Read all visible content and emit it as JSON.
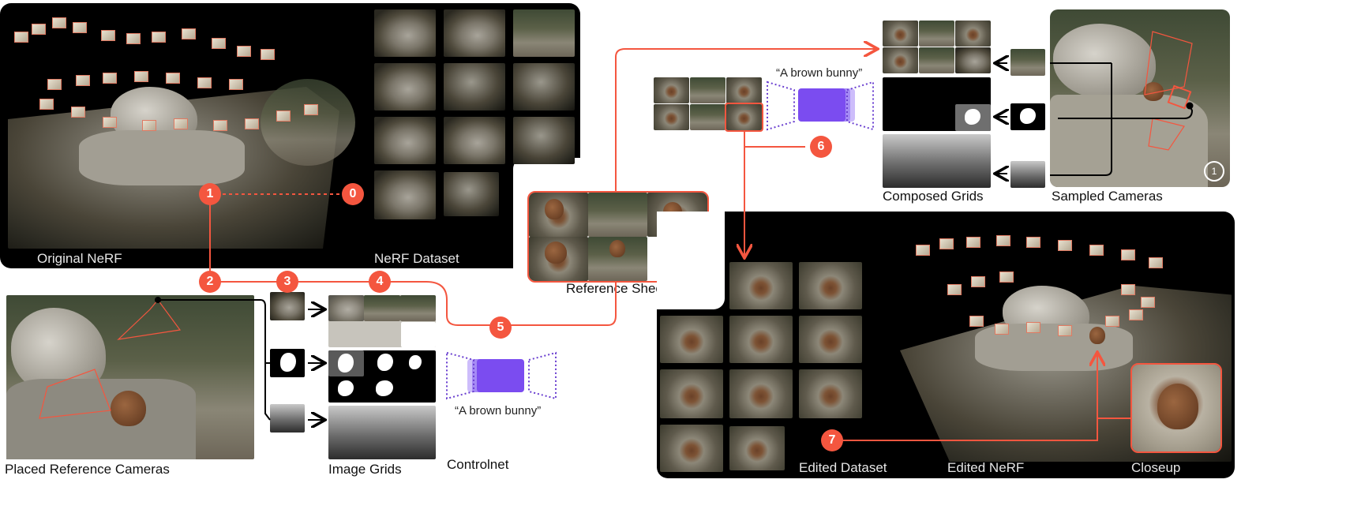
{
  "labels": {
    "original_nerf": "Original NeRF",
    "nerf_dataset": "NeRF Dataset",
    "placed_reference_cameras": "Placed Reference Cameras",
    "image_grids": "Image Grids",
    "controlnet": "Controlnet",
    "reference_sheet": "Reference Sheet",
    "composed_grids": "Composed Grids",
    "sampled_cameras": "Sampled Cameras",
    "edited_dataset": "Edited Dataset",
    "edited_nerf": "Edited NeRF",
    "closeup": "Closeup"
  },
  "prompts": {
    "top": "“A brown bunny”",
    "bottom": "“A brown bunny”"
  },
  "steps": [
    "0",
    "1",
    "2",
    "3",
    "4",
    "5",
    "6",
    "7"
  ],
  "camera_counter": "1",
  "colors": {
    "accent": "#f4563f",
    "controlnet_purple": "#7b4cf0",
    "dotted_purple": "#6a3fd0"
  }
}
